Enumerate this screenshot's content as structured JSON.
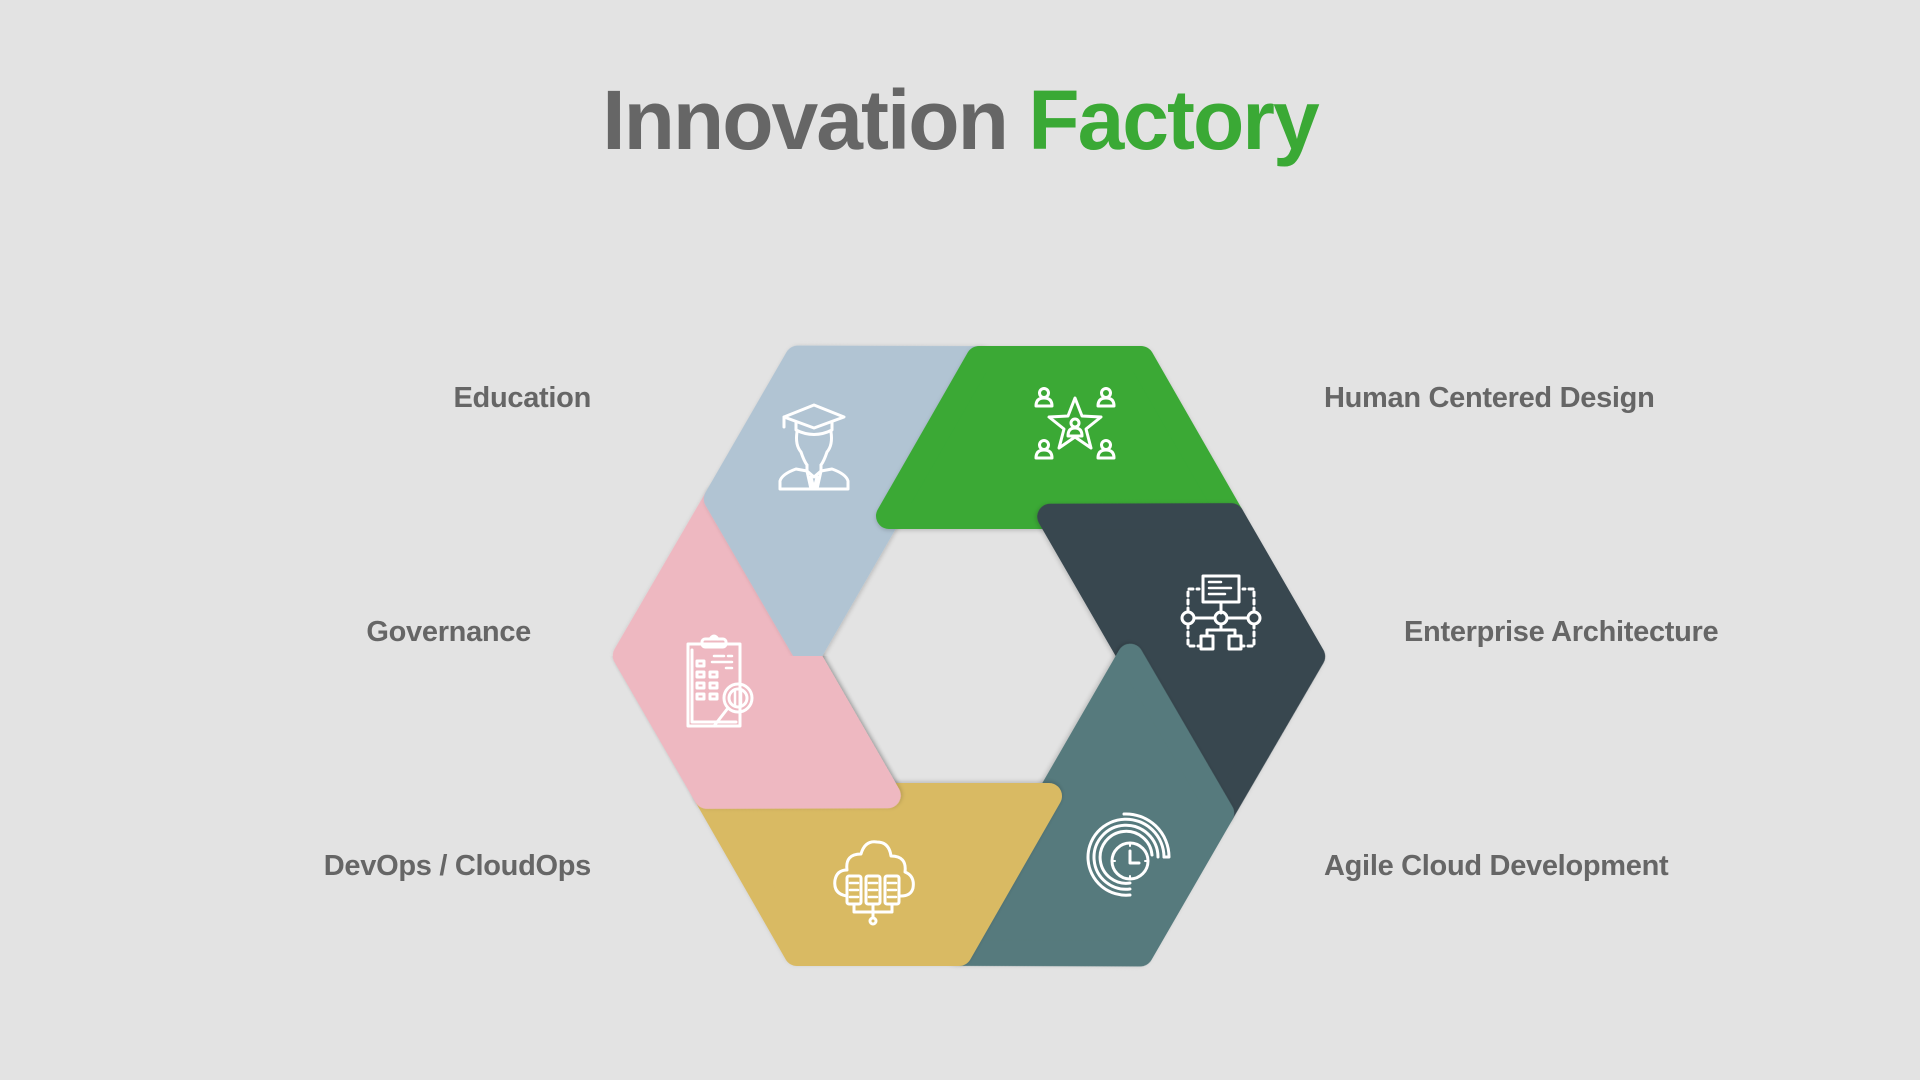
{
  "title": {
    "main": "Innovation",
    "accent": "Factory"
  },
  "colors": {
    "background": "#e3e3e3",
    "title_gray": "#666666",
    "accent_green": "#3aa935"
  },
  "segments": [
    {
      "id": "education",
      "label": "Education",
      "color": "#b1c4d3",
      "icon": "graduate-icon",
      "side": "left"
    },
    {
      "id": "human-centered-design",
      "label": "Human Centered Design",
      "color": "#3aa935",
      "icon": "star-team-icon",
      "side": "right"
    },
    {
      "id": "enterprise-architecture",
      "label": "Enterprise Architecture",
      "color": "#39474f",
      "icon": "architecture-diagram-icon",
      "side": "right"
    },
    {
      "id": "agile-cloud-development",
      "label": "Agile Cloud Development",
      "color": "#567a7d",
      "icon": "agile-clock-icon",
      "side": "right"
    },
    {
      "id": "devops-cloudops",
      "label": "DevOps / CloudOps",
      "color": "#d9ba64",
      "icon": "cloud-servers-icon",
      "side": "left"
    },
    {
      "id": "governance",
      "label": "Governance",
      "color": "#eeb8c1",
      "icon": "audit-clipboard-icon",
      "side": "left"
    }
  ]
}
